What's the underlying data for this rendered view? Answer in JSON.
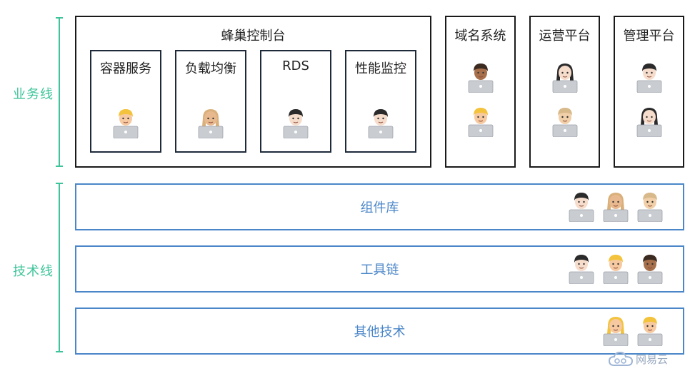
{
  "side_labels": {
    "business": "业务线",
    "tech": "技术线"
  },
  "console": {
    "title": "蜂巢控制台",
    "modules": [
      {
        "label": "容器服务",
        "dev": "developer-blonde-man-icon"
      },
      {
        "label": "负载均衡",
        "dev": "developer-blonde-woman-icon"
      },
      {
        "label": "RDS",
        "dev": "developer-man-light-icon"
      },
      {
        "label": "性能监控",
        "dev": "developer-man-light-icon"
      }
    ]
  },
  "systems": [
    {
      "label": "域名系统",
      "devs": [
        "developer-man-brown-icon",
        "developer-blonde-man-icon"
      ]
    },
    {
      "label": "运营平台",
      "devs": [
        "developer-woman-dark-hair-icon",
        "developer-man-light-blonde-icon"
      ]
    },
    {
      "label": "管理平台",
      "devs": [
        "developer-man-light-icon",
        "developer-woman-dark-hair-icon"
      ]
    }
  ],
  "tech_rows": [
    {
      "label": "组件库",
      "devs": [
        "developer-man-light-icon",
        "developer-blonde-woman-icon",
        "developer-man-light-blonde-icon"
      ]
    },
    {
      "label": "工具链",
      "devs": [
        "developer-man-light-icon",
        "developer-blonde-man-icon",
        "developer-man-brown-icon"
      ]
    },
    {
      "label": "其他技术",
      "devs": [
        "developer-blonde-woman-yellow-icon",
        "developer-blonde-man-icon"
      ]
    }
  ],
  "logo": {
    "text": "网易云"
  },
  "colors": {
    "green": "#3ec49a",
    "blue": "#4a86c8",
    "black": "#1a1a1a"
  }
}
